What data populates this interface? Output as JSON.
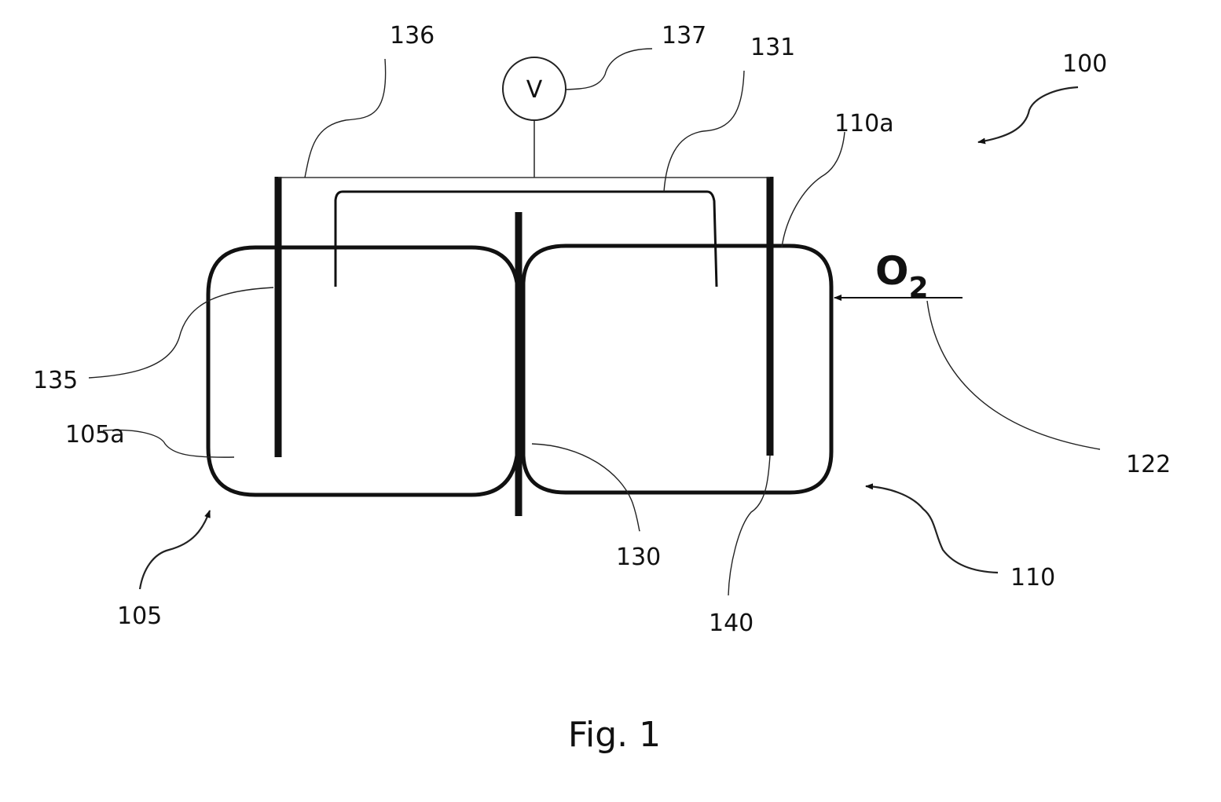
{
  "figure": {
    "caption": "Fig. 1",
    "voltmeter_symbol": "V",
    "gas_label": {
      "main": "O",
      "subscript": "2"
    },
    "reference_numerals": {
      "system": "100",
      "first_compartment": "105",
      "first_compartment_interior": "105a",
      "second_compartment": "110",
      "second_compartment_interior": "110a",
      "gas_inlet": "122",
      "membrane": "130",
      "electrode_pair": "131",
      "first_electrode": "135",
      "wire": "136",
      "voltmeter": "137",
      "second_electrode": "140"
    }
  }
}
